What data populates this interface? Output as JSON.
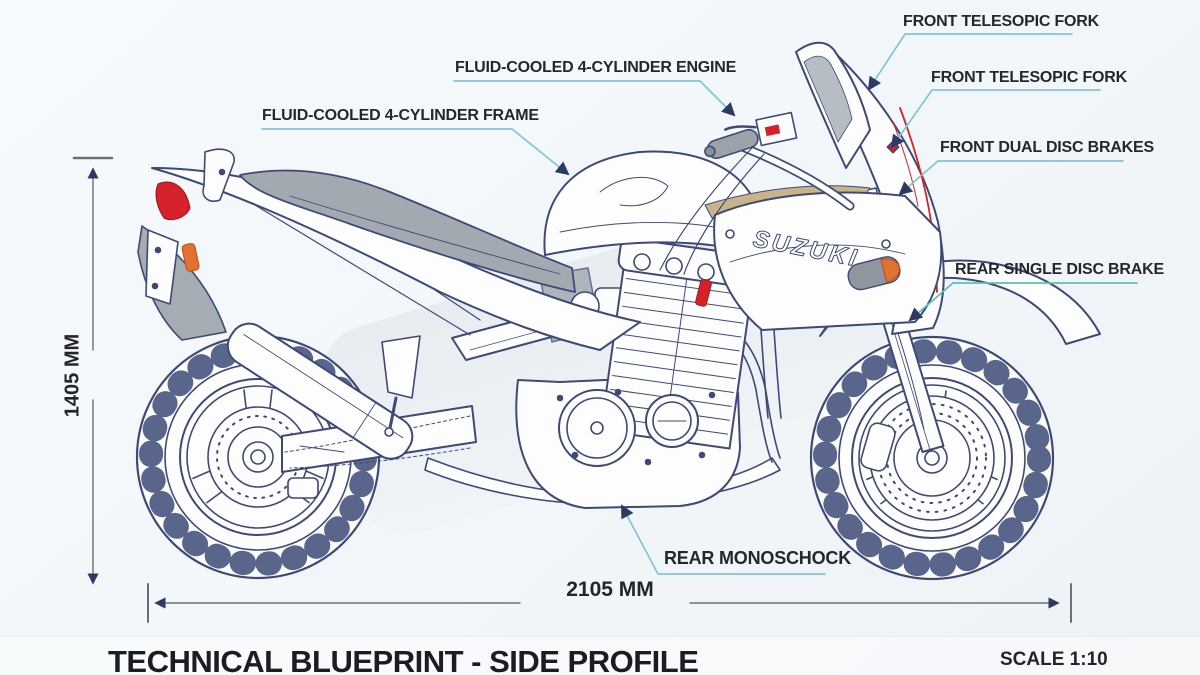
{
  "brand": "SUZUKI",
  "callouts": [
    {
      "id": "front-fork-upper",
      "label": "FRONT TELESOPIC FORK"
    },
    {
      "id": "front-fork-lower",
      "label": "FRONT TELESOPIC FORK"
    },
    {
      "id": "engine",
      "label": "FLUID-COOLED 4-CYLINDER ENGINE"
    },
    {
      "id": "frame",
      "label": "FLUID-COOLED 4-CYLINDER FRAME"
    },
    {
      "id": "front-brakes",
      "label": "FRONT DUAL DISC BRAKES"
    },
    {
      "id": "rear-brake",
      "label": "REAR SINGLE DISC BRAKE"
    },
    {
      "id": "rear-shock",
      "label": "REAR MONOSCHOCK"
    }
  ],
  "dimensions": {
    "overall_height": "1405 MM",
    "overall_length": "2105 MM"
  },
  "footer": {
    "title": "TECHNICAL BLUEPRINT - SIDE PROFILE",
    "scale": "SCALE 1:10"
  },
  "colors": {
    "outline_navy": "#3d4a78",
    "leader_blue": "#82c4d9",
    "leader_teal": "#5dbfb0",
    "accent_red": "#d6202a",
    "accent_orange": "#e2702f",
    "seat_gray": "#a3a9b1",
    "dim_line_gray": "#6a7076",
    "label_dark": "#26262e",
    "background": "#f4f7f9"
  }
}
